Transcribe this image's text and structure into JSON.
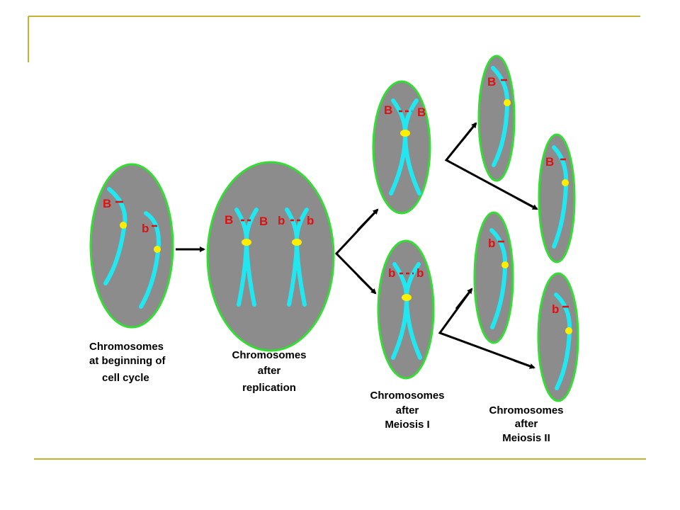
{
  "colors": {
    "frame": "#c8b032",
    "cell_fill": "#8c8c8c",
    "cell_border": "#33dd33",
    "chromosome": "#22e6f0",
    "centromere": "#ffee00",
    "gene_label": "#dd1111",
    "arrow": "#000000"
  },
  "labels": {
    "allele_dominant": "B",
    "allele_recessive": "b"
  },
  "captions": {
    "stage1": [
      "Chromosomes",
      "at beginning of",
      "cell cycle"
    ],
    "stage2": [
      "Chromosomes",
      "after",
      "replication"
    ],
    "stage3": [
      "Chromosomes",
      "after",
      "Meiosis I"
    ],
    "stage4": [
      "Chromosomes",
      "after",
      "Meiosis II"
    ]
  }
}
